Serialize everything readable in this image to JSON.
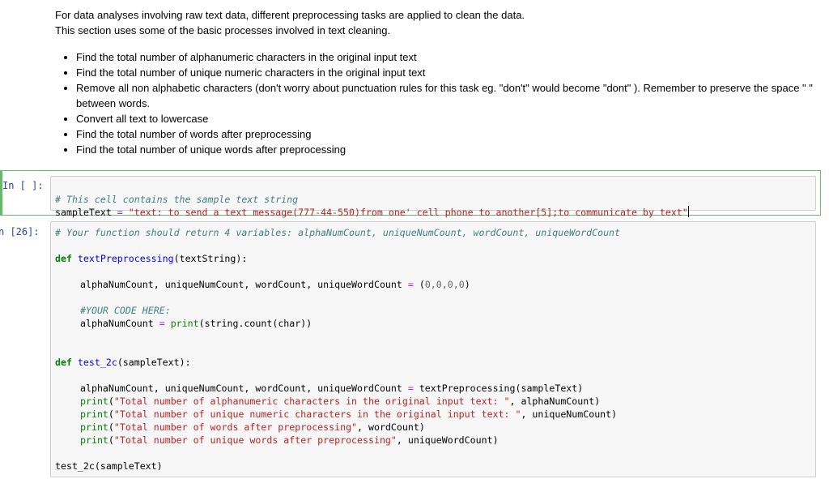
{
  "markdown": {
    "intro_line1": "For data analyses involving raw text data, different preprocessing tasks are applied to clean the data.",
    "intro_line2": "This section uses some of the basic processes involved in text cleaning.",
    "bullets": [
      "Find the total number of alphanumeric characters in the original input text",
      "Find the total number of unique numeric characters in the original input text",
      "Remove all non alphabetic characters (don't worry about punctuation rules for this task eg. \"don't\" would become \"dont\" ). Remember to preserve the space \" \" between words.",
      "Convert all text to lowercase",
      "Find the total number of words after preprocessing",
      "Find the total number of unique words after preprocessing"
    ]
  },
  "cell1": {
    "prompt": "In [ ]:",
    "comment": "# This cell contains the sample text string",
    "var": "sampleText",
    "op": "=",
    "string": "\"text: to send a text message(777-44-550)from one' cell phone to another[5];to communicate by text\""
  },
  "cell2": {
    "prompt": "n [26]:",
    "line1_comment": "# Your function should return 4 variables: alphaNumCount, uniqueNumCount, wordCount, uniqueWordCount",
    "def1_kw": "def",
    "def1_name": "textPreprocessing",
    "def1_args": "(textString):",
    "assign_lhs": "alphaNumCount, uniqueNumCount, wordCount, uniqueWordCount",
    "assign_op": "=",
    "assign_rhs_open": "(",
    "assign_rhs_vals": "0,0,0,0",
    "assign_rhs_close": ")",
    "your_code_comment": "#YOUR CODE HERE:",
    "print_line_lhs": "alphaNumCount",
    "print_line_op": "=",
    "print_fn": "print",
    "print_args": "(string.count(char))",
    "def2_kw": "def",
    "def2_name": "test_2c",
    "def2_args": "(sampleText):",
    "t_assign_lhs": "alphaNumCount, uniqueNumCount, wordCount, uniqueWordCount",
    "t_assign_op": "=",
    "t_assign_rhs": "textPreprocessing(sampleText)",
    "prints": [
      {
        "fn": "print",
        "open": "(",
        "str": "\"Total number of alphanumeric characters in the original input text: \"",
        "rest": ", alphaNumCount)"
      },
      {
        "fn": "print",
        "open": "(",
        "str": "\"Total number of unique numeric characters in the original input text: \"",
        "rest": ", uniqueNumCount)"
      },
      {
        "fn": "print",
        "open": "(",
        "str": "\"Total number of words after preprocessing\"",
        "rest": ", wordCount)"
      },
      {
        "fn": "print",
        "open": "(",
        "str": "\"Total number of unique words after preprocessing\"",
        "rest": ", uniqueWordCount)"
      }
    ],
    "call": "test_2c(sampleText)"
  }
}
